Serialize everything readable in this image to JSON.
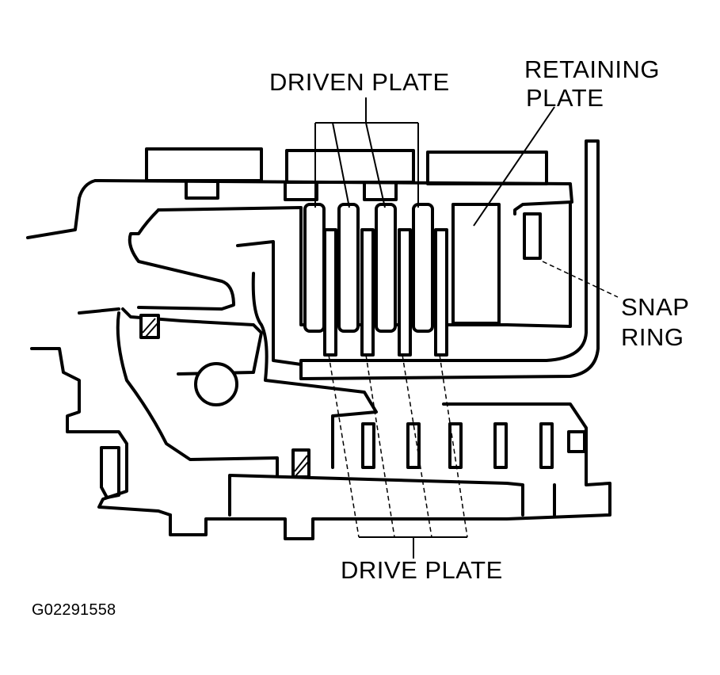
{
  "labels": {
    "driven_plate": "DRIVEN PLATE",
    "retaining_plate_line1": "RETAINING",
    "retaining_plate_line2": "PLATE",
    "snap_ring_line1": "SNAP",
    "snap_ring_line2": "RING",
    "drive_plate": "DRIVE PLATE",
    "figure_id": "G02291558"
  }
}
